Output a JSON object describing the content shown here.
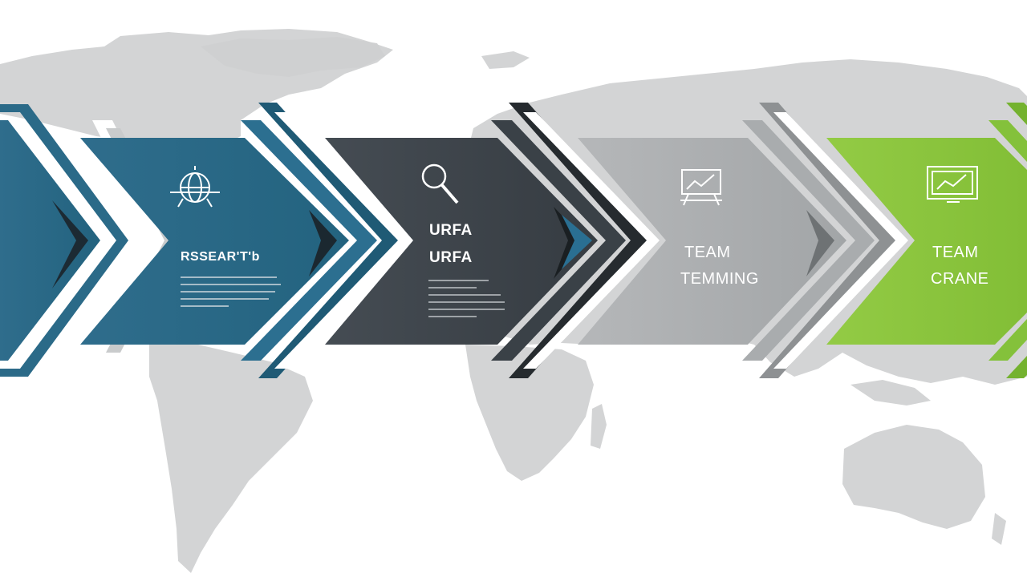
{
  "diagram": {
    "type": "process-arrow-infographic",
    "background": "world-map",
    "steps": [
      {
        "name": "step-1",
        "color": "#2e6a89",
        "label_lines": [],
        "icon": "none"
      },
      {
        "name": "step-2",
        "color": "#27698a",
        "label_lines": [
          "RSSEAR'T'b"
        ],
        "icon": "globe-network-icon",
        "has_body_text": true
      },
      {
        "name": "step-3",
        "color": "#3d444b",
        "label_lines": [
          "URFA",
          "URFA"
        ],
        "icon": "magnifier-icon",
        "has_body_text": true
      },
      {
        "name": "step-4",
        "color": "#a8abad",
        "label_lines": [
          "TEAM",
          "TEMMING"
        ],
        "icon": "whiteboard-chart-icon",
        "has_body_text": false
      },
      {
        "name": "step-5",
        "color": "#8bc53f",
        "label_lines": [
          "TEAM",
          "CRANE"
        ],
        "icon": "monitor-chart-icon",
        "has_body_text": false
      }
    ],
    "colors": {
      "map": "#d3d4d5",
      "blue_light_chevron": "#2f6f8e",
      "blue_dark_chevron": "#1f5670",
      "dark_chevron": "#2c3236",
      "gray_chevron": "#9fa2a4",
      "green_chevron": "#7dbd39"
    }
  }
}
